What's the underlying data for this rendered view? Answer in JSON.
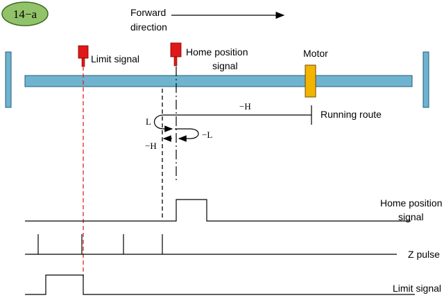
{
  "badge": {
    "text": "14−a",
    "fill": "#92c36a",
    "stroke": "#3a6b1f"
  },
  "direction": {
    "line1": "Forward",
    "line2": "direction"
  },
  "labels": {
    "limit_signal": "Limit signal",
    "home_signal_1": "Home position",
    "home_signal_2": "signal",
    "motor": "Motor",
    "running_route": "Running route"
  },
  "route": {
    "neg_h_1": "−H",
    "l": "L",
    "neg_h_2": "−H",
    "neg_l": "−L"
  },
  "timing": {
    "home_1": "Home position",
    "home_2": "signal",
    "z_pulse": "Z pulse",
    "limit": "Limit signal"
  },
  "colors": {
    "rail": "#6fb3cf",
    "rail_stroke": "#1f5d7a",
    "sensor": "#e01818",
    "motor": "#f2b400",
    "limit_line": "#e02020"
  },
  "icons": [
    "limit-sensor-icon",
    "home-sensor-icon",
    "motor-icon",
    "arrow-right-icon"
  ]
}
